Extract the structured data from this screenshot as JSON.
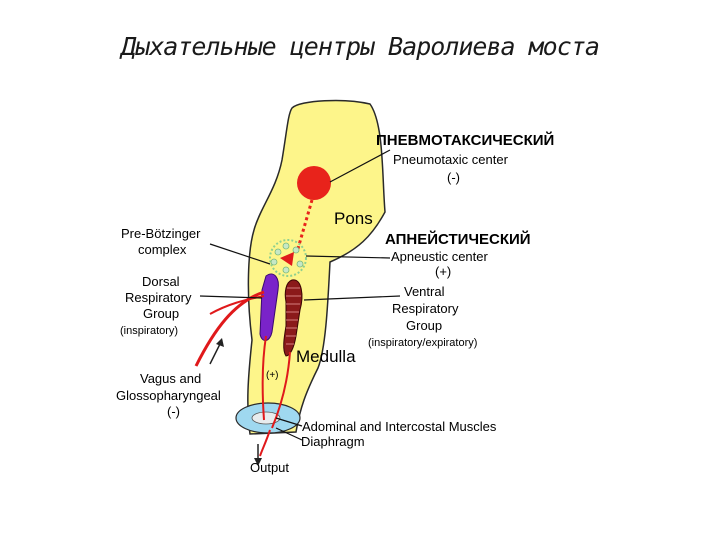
{
  "title": "Дыхательные центры Варолиева моста",
  "labels": {
    "pneumo_ru": "ПНЕВМОТАКСИЧЕСКИЙ",
    "pneumo_en": "Pneumotaxic center",
    "pneumo_sign": "(-)",
    "pons": "Pons",
    "apneu_ru": "АПНЕЙСТИЧЕСКИЙ",
    "apneu_en": "Apneustic center",
    "apneu_sign": "(+)",
    "prebot_1": "Pre-Bötzinger",
    "prebot_2": "complex",
    "dorsal_1": "Dorsal",
    "dorsal_2": "Respiratory",
    "dorsal_3": "Group",
    "dorsal_4": "(inspiratory)",
    "ventral_1": "Ventral",
    "ventral_2": "Respiratory",
    "ventral_3": "Group",
    "ventral_4": "(inspiratory/expiratory)",
    "medulla": "Medulla",
    "plus_small": "(+)",
    "vagus_1": "Vagus and",
    "vagus_2": "Glossopharyngeal",
    "vagus_3": "(-)",
    "muscles": "Adominal and Intercostal Muscles",
    "diaphragm": "Diaphragm",
    "output": "Output"
  },
  "colors": {
    "brainstem": "#fdf58a",
    "pneumotaxic": "#e8231b",
    "pons_text": "#2f8fd8",
    "ru_text": "#e8231b",
    "dorsal_group": "#7a23c9",
    "ventral_group": "#8b1a1a",
    "nerve": "#e0191b",
    "spinal_section": "#9fd8f0"
  }
}
